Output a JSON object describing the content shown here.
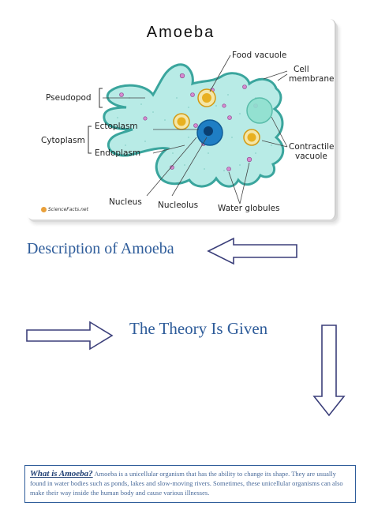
{
  "figure": {
    "title": "Amoeba",
    "labels": {
      "food_vacuole": "Food vacuole",
      "cell_membrane_1": "Cell",
      "cell_membrane_2": "membrane",
      "pseudopod": "Pseudopod",
      "ectoplasm": "Ectoplasm",
      "cytoplasm": "Cytoplasm",
      "endoplasm": "Endoplasm",
      "contractile_vacuole_1": "Contractile",
      "contractile_vacuole_2": "vacuole",
      "nucleus": "Nucleus",
      "nucleolus": "Nucleolus",
      "water_globules": "Water globules"
    },
    "brand": "ScienceFacts.net",
    "colors": {
      "cell_fill": "#b8ebe6",
      "cell_outline": "#3aa59d",
      "nucleus": "#1f7ec4",
      "food_vacuole": "#e8b020",
      "contractile_vacuole": "#8fe0cf",
      "water_globule": "#d58ad0"
    }
  },
  "headings": {
    "description": "Description of Amoeba",
    "theory": "The Theory Is Given"
  },
  "arrows": {
    "description_arrow": "left-arrow",
    "theory_left_arrow": "right-arrow",
    "theory_down_arrow": "down-arrow",
    "color": "#3b3f7a"
  },
  "info": {
    "question": "What is Amoeba?",
    "text": " Amoeba is a unicellular organism that has the ability to change its shape. They are usually found in water bodies such as ponds, lakes and slow-moving rivers. Sometimes, these unicellular organisms can also make their way inside the human body and cause various illnesses."
  }
}
